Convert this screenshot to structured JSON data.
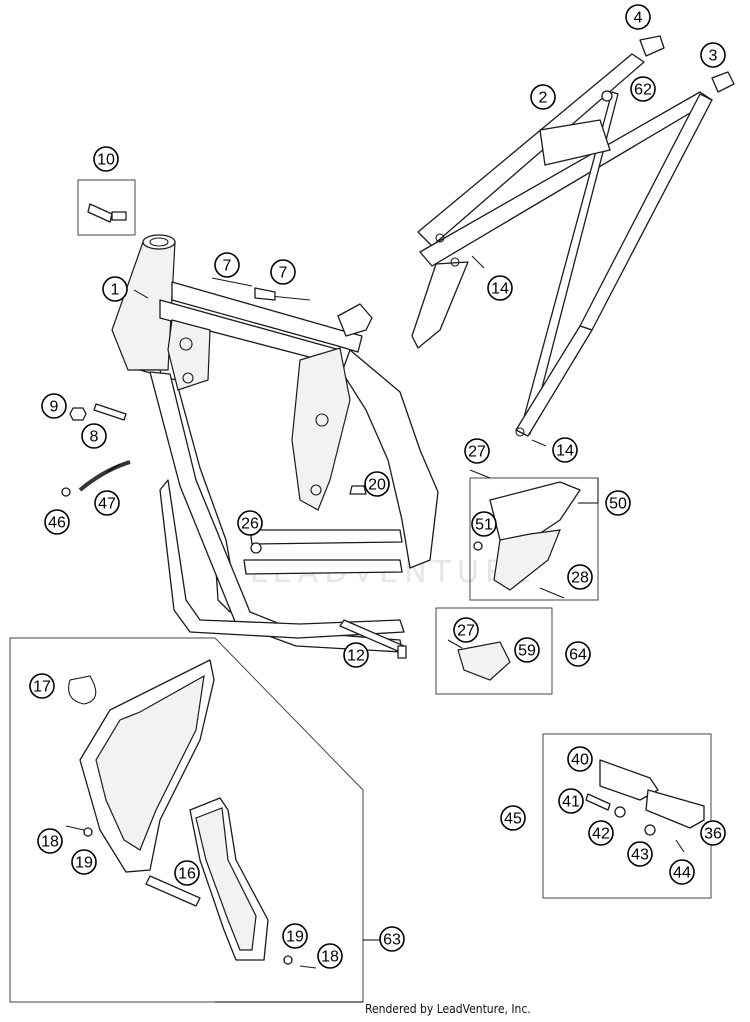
{
  "credit": "Rendered by LeadVenture, Inc.",
  "watermark": "LEADVENTURE",
  "callouts": [
    {
      "id": "c1",
      "label": "1"
    },
    {
      "id": "c2",
      "label": "2"
    },
    {
      "id": "c3",
      "label": "3"
    },
    {
      "id": "c4",
      "label": "4"
    },
    {
      "id": "c7a",
      "label": "7"
    },
    {
      "id": "c7b",
      "label": "7"
    },
    {
      "id": "c8",
      "label": "8"
    },
    {
      "id": "c9",
      "label": "9"
    },
    {
      "id": "c10",
      "label": "10"
    },
    {
      "id": "c12",
      "label": "12"
    },
    {
      "id": "c14a",
      "label": "14"
    },
    {
      "id": "c14b",
      "label": "14"
    },
    {
      "id": "c16",
      "label": "16"
    },
    {
      "id": "c17",
      "label": "17"
    },
    {
      "id": "c18a",
      "label": "18"
    },
    {
      "id": "c18b",
      "label": "18"
    },
    {
      "id": "c19a",
      "label": "19"
    },
    {
      "id": "c19b",
      "label": "19"
    },
    {
      "id": "c20",
      "label": "20"
    },
    {
      "id": "c26",
      "label": "26"
    },
    {
      "id": "c27a",
      "label": "27"
    },
    {
      "id": "c27b",
      "label": "27"
    },
    {
      "id": "c28",
      "label": "28"
    },
    {
      "id": "c36",
      "label": "36"
    },
    {
      "id": "c40",
      "label": "40"
    },
    {
      "id": "c41",
      "label": "41"
    },
    {
      "id": "c42",
      "label": "42"
    },
    {
      "id": "c43",
      "label": "43"
    },
    {
      "id": "c44",
      "label": "44"
    },
    {
      "id": "c45",
      "label": "45"
    },
    {
      "id": "c46",
      "label": "46"
    },
    {
      "id": "c47",
      "label": "47"
    },
    {
      "id": "c50",
      "label": "50"
    },
    {
      "id": "c51",
      "label": "51"
    },
    {
      "id": "c59",
      "label": "59"
    },
    {
      "id": "c62",
      "label": "62"
    },
    {
      "id": "c63",
      "label": "63"
    },
    {
      "id": "c64",
      "label": "64"
    }
  ]
}
